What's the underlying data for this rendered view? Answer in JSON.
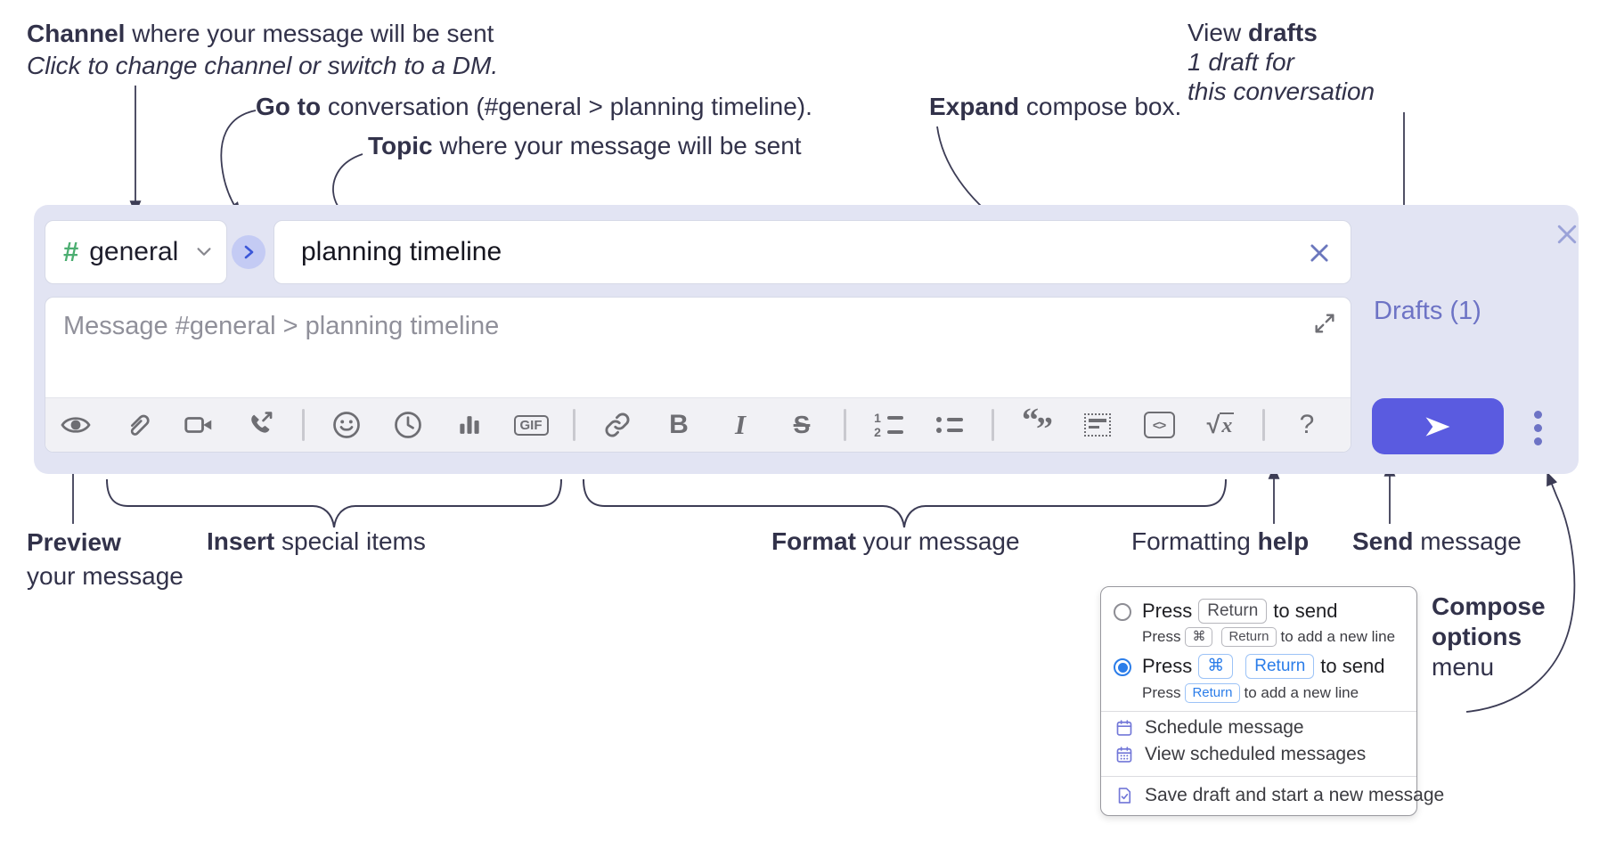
{
  "annotations": {
    "channel_bold": "Channel",
    "channel_rest": " where your message will be sent",
    "channel_sub": "Click to change channel or switch to a DM.",
    "goto_bold": "Go to",
    "goto_rest": " conversation (#general > planning timeline).",
    "topic_bold": "Topic",
    "topic_rest": " where your message will be sent",
    "expand_bold": "Expand",
    "expand_rest": " compose box.",
    "viewdrafts_pre": "View ",
    "viewdrafts_bold": "drafts",
    "viewdrafts_line2": "1 draft for",
    "viewdrafts_line3": "this conversation",
    "preview_bold": "Preview",
    "preview_line2": "your message",
    "insert_bold": "Insert",
    "insert_rest": " special items",
    "format_bold": "Format",
    "format_rest": " your message",
    "help_pre": "Formatting ",
    "help_bold": "help",
    "send_bold": "Send",
    "send_rest": " message",
    "compose_l1": "Compose",
    "compose_l2": "options",
    "compose_l3": "menu"
  },
  "compose": {
    "hash": "#",
    "channel": "general",
    "topic": "planning timeline",
    "placeholder": "Message #general > planning timeline",
    "drafts": "Drafts (1)"
  },
  "toolbar": {
    "gif": "GIF",
    "bold": "B",
    "italic": "I",
    "strike": "S",
    "code": "<>",
    "math_x": "x",
    "quote_open": "“",
    "quote_close": "”",
    "help": "?",
    "ol_1": "1",
    "ol_2": "2"
  },
  "menu": {
    "options": [
      {
        "selected": false,
        "main": {
          "pre": "Press",
          "keys": [
            "Return"
          ],
          "post": "to send"
        },
        "sub": {
          "pre": "Press",
          "keys": [
            "⌘",
            "Return"
          ],
          "post": "to add a new line"
        }
      },
      {
        "selected": true,
        "main": {
          "pre": "Press",
          "keys": [
            "⌘",
            "Return"
          ],
          "post": "to send"
        },
        "sub": {
          "pre": "Press",
          "keys": [
            "Return"
          ],
          "post": "to add a new line"
        }
      }
    ],
    "items": [
      {
        "label": "Schedule message"
      },
      {
        "label": "View scheduled messages"
      },
      {
        "label": "Save draft and start a new message"
      }
    ]
  },
  "colors": {
    "send_button": "#5a5be0",
    "accent_indigo": "#6d73c5",
    "hash_green": "#4cae71",
    "goto_arrow_blue": "#3b57d8",
    "radio_blue": "#2b7de9",
    "menu_icon_purple": "#7277d8",
    "annotation_ink": "#32324a",
    "panel_background": "#e2e4f3"
  }
}
